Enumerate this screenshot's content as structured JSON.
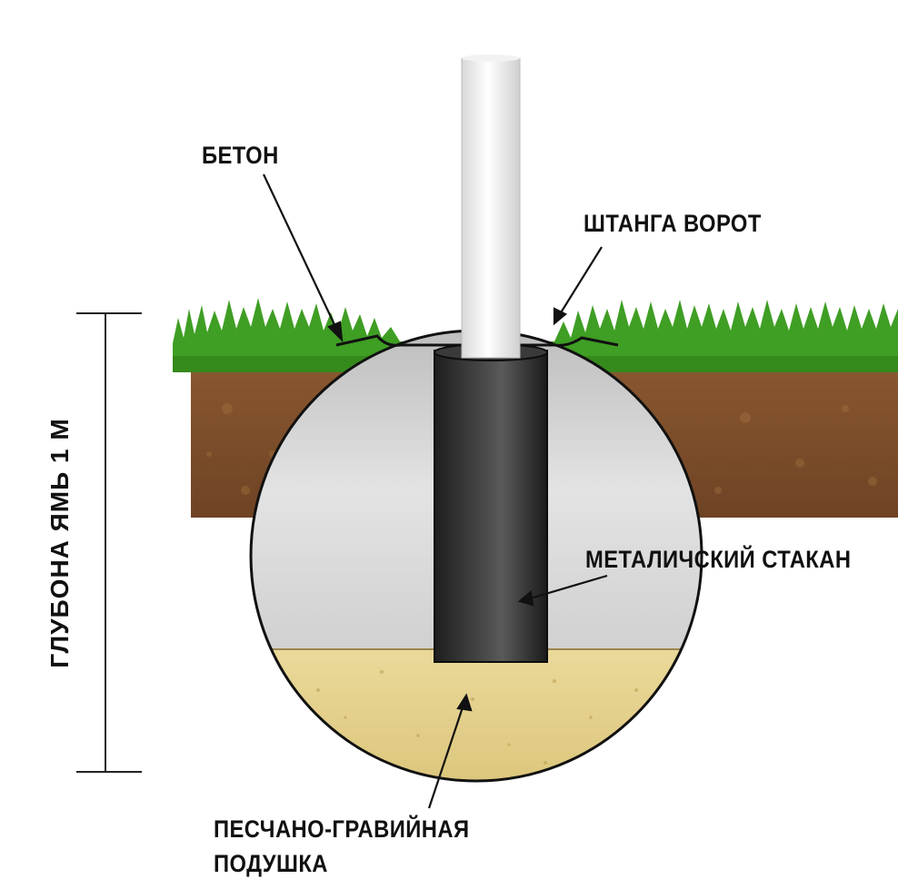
{
  "labels": {
    "concrete": "БЕТОН",
    "goal_post": "ШТАНГА ВОРОТ",
    "metal_sleeve": "МЕТАЛИЧСКИЙ СТАКАН",
    "cushion_line1": "ПЕСЧАНО-ГРАВИЙНАЯ",
    "cushion_line2": "ПОДУШКА",
    "depth": "ГЛУБОНА ЯМЬ 1 М"
  },
  "colors": {
    "grass": "#3fa024",
    "soil": "#7a4a26",
    "concrete": "#d4d4d4",
    "sand": "#e6d48f",
    "sleeve": "#2e2e2e",
    "post": "#f4f4f4"
  }
}
